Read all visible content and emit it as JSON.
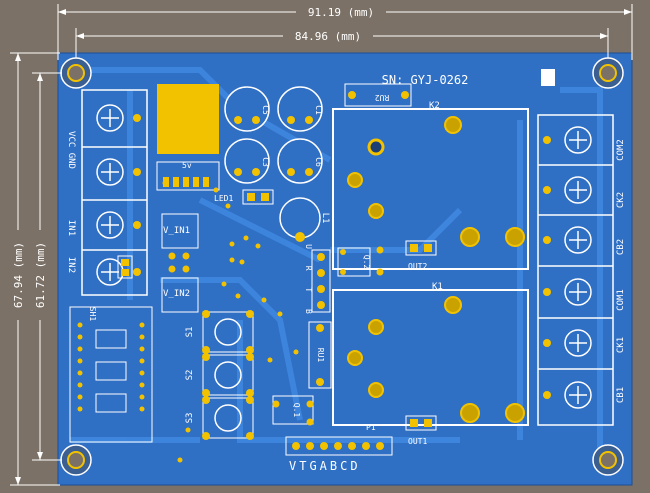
{
  "dimensions": {
    "width_outer": "91.19 (mm)",
    "width_inner": "84.96 (mm)",
    "height_outer": "67.94 (mm)",
    "height_inner": "61.72 (mm)"
  },
  "board": {
    "serial": "SN: GYJ-0262",
    "relays": [
      "K2",
      "K1"
    ],
    "left_terminals": [
      "VCC GND",
      "IN1",
      "IN2"
    ],
    "right_terminals": [
      "COM2",
      "CK2",
      "CB2",
      "COM1",
      "CK1",
      "CB1"
    ],
    "buttons": [
      "S1",
      "S2",
      "S3"
    ],
    "labels": {
      "sh1": "SH1",
      "v_in1": "V_IN1",
      "v_in2": "V_IN2",
      "led1": "LED1",
      "out2": "OUT2",
      "out1": "OUT1",
      "l1": "L1",
      "q2": "Q.2",
      "q1": "Q.1",
      "ru2": "RU2",
      "ru1": "RU1",
      "p1": "P1",
      "reg": "5v",
      "c5": "C5",
      "c1": "C1",
      "c3": "C3",
      "c6": "C6",
      "header_col": "U R T B",
      "bottom_header": "VTGABCD"
    }
  },
  "colors": {
    "background": "#7b7166",
    "pcb": "#2f6fc4",
    "trace": "#3b82dc",
    "pad": "#f2c200",
    "silk": "#ffffff"
  }
}
